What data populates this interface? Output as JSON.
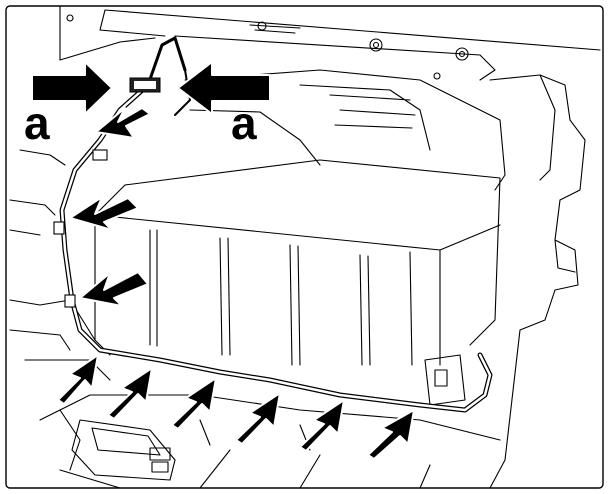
{
  "diagram": {
    "callouts": [
      {
        "id": "left",
        "text": "a"
      },
      {
        "id": "right",
        "text": "a"
      }
    ],
    "colors": {
      "line": "#000000",
      "background": "#ffffff",
      "arrow_fill": "#000000",
      "arrow_outline": "#ffffff"
    }
  }
}
